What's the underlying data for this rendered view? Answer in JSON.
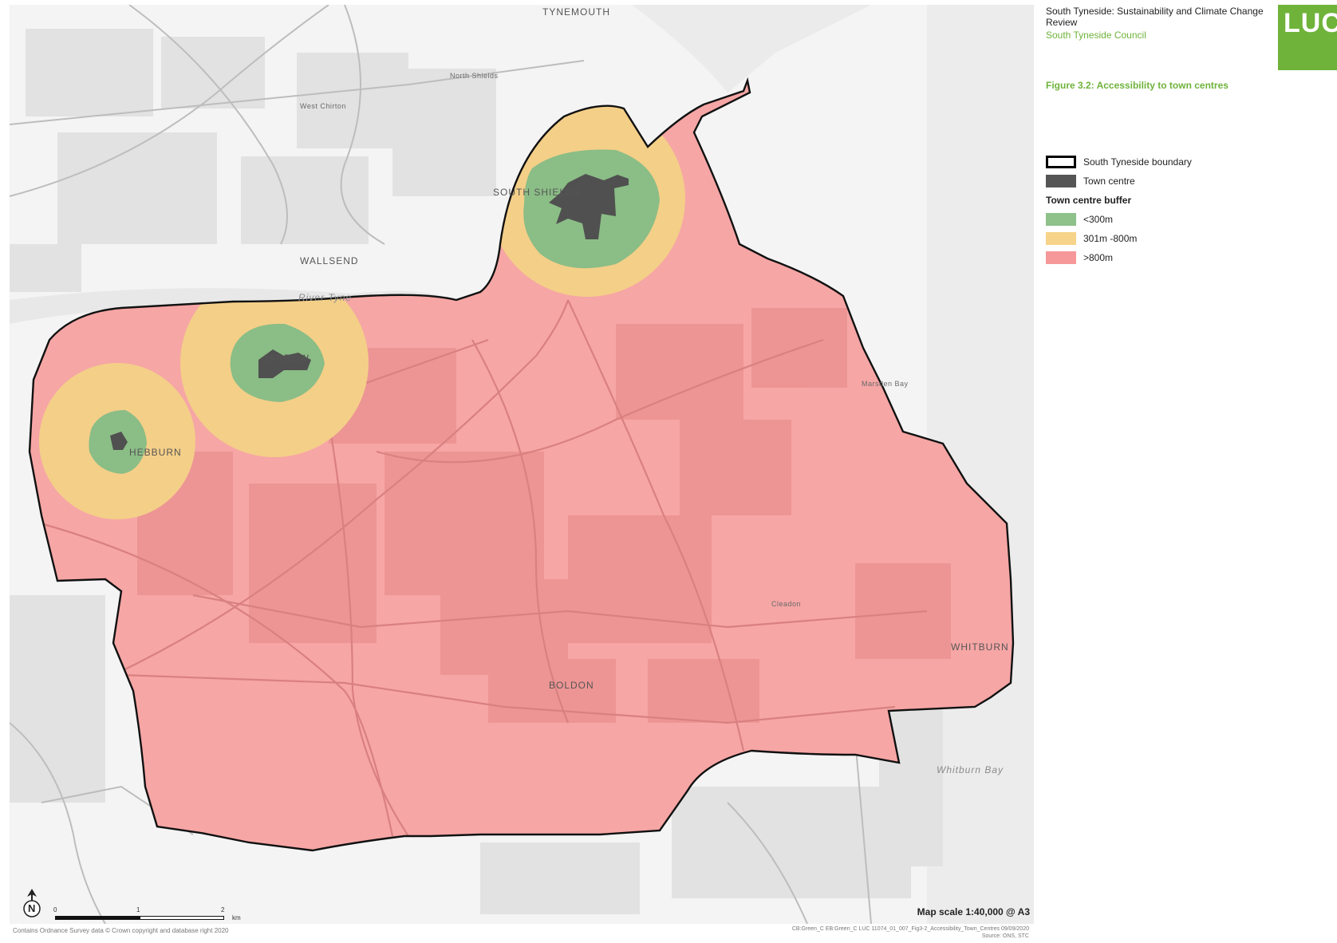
{
  "header": {
    "report_title": "South Tyneside: Sustainability and Climate Change Review",
    "client": "South Tyneside Council",
    "figure_title": "Figure 3.2: Accessibility to town centres",
    "logo_text": "LUC"
  },
  "legend": {
    "items": [
      {
        "label": "South Tyneside boundary",
        "color": "#ffffff",
        "border": "#000000"
      },
      {
        "label": "Town centre",
        "color": "#555555",
        "border": "#555555"
      }
    ],
    "buffer_heading": "Town centre buffer",
    "buffers": [
      {
        "label": "<300m",
        "color": "#8fc18b"
      },
      {
        "label": "301m -800m",
        "color": "#f6d389"
      },
      {
        "label": ">800m",
        "color": "#f69899"
      }
    ]
  },
  "map": {
    "places": {
      "tynemouth": "TYNEMOUTH",
      "south_shields": "SOUTH SHIELDS",
      "wallsend": "WALLSEND",
      "jarrow": "JARROW",
      "hebburn": "HEBBURN",
      "boldon": "BOLDON",
      "whitburn": "WHITBURN",
      "whitburn_bay": "Whitburn Bay",
      "river": "River Tyne",
      "west_chirton": "West Chirton",
      "north_shields": "North Shields",
      "cleadon": "Cleadon",
      "marsden_bay": "Marsden Bay"
    },
    "scale": {
      "ticks": [
        "0",
        "1",
        "2"
      ],
      "unit": "km",
      "text": "Map scale 1:40,000 @ A3"
    },
    "north_label": "N"
  },
  "footer": {
    "copyright": "Contains Ordnance Survey data © Crown copyright and database right 2020",
    "credits_line1": "CB:Green_C EB:Green_C LUC 11074_01_007_Fig3-2_Accessibility_Town_Centres 09/09/2020",
    "credits_line2": "Source: ONS, STC"
  }
}
